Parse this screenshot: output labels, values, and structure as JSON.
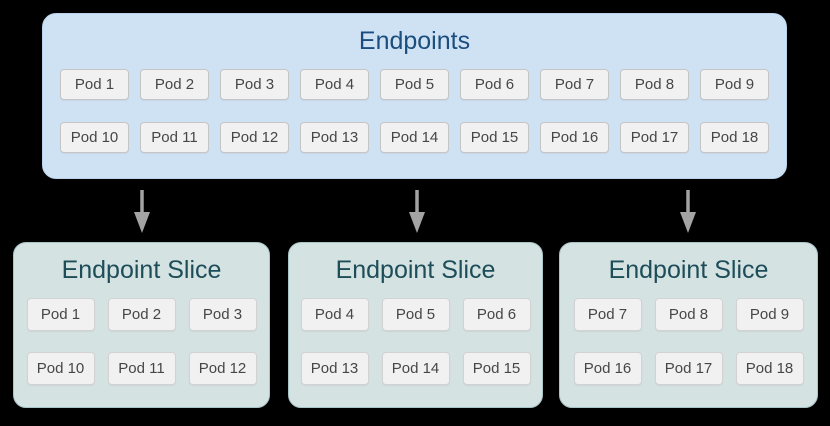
{
  "colors": {
    "background": "#000000",
    "endpoints_box_fill": "#cfe2f4",
    "endpoints_box_border": "#b9d3ea",
    "endpoints_title_text": "#1b4e7e",
    "slice_box_fill": "#d5e2e2",
    "slice_box_border": "#a9c4c7",
    "slice_title_text": "#1d4d59",
    "pod_fill": "#f1f1f1",
    "pod_border": "#c5c5c5",
    "pod_text": "#464646",
    "arrow": "#a3a3a3"
  },
  "endpoints": {
    "title": "Endpoints",
    "rows": [
      [
        "Pod 1",
        "Pod 2",
        "Pod 3",
        "Pod 4",
        "Pod 5",
        "Pod 6",
        "Pod 7",
        "Pod 8",
        "Pod 9"
      ],
      [
        "Pod 10",
        "Pod 11",
        "Pod 12",
        "Pod 13",
        "Pod 14",
        "Pod 15",
        "Pod 16",
        "Pod 17",
        "Pod 18"
      ]
    ]
  },
  "arrows": {
    "icon": "down-arrow-icon",
    "count": 3
  },
  "slices": [
    {
      "title": "Endpoint Slice",
      "rows": [
        [
          "Pod 1",
          "Pod 2",
          "Pod 3"
        ],
        [
          "Pod 10",
          "Pod 11",
          "Pod 12"
        ]
      ]
    },
    {
      "title": "Endpoint Slice",
      "rows": [
        [
          "Pod 4",
          "Pod 5",
          "Pod 6"
        ],
        [
          "Pod 13",
          "Pod 14",
          "Pod 15"
        ]
      ]
    },
    {
      "title": "Endpoint Slice",
      "rows": [
        [
          "Pod 7",
          "Pod 8",
          "Pod 9"
        ],
        [
          "Pod 16",
          "Pod 17",
          "Pod 18"
        ]
      ]
    }
  ]
}
